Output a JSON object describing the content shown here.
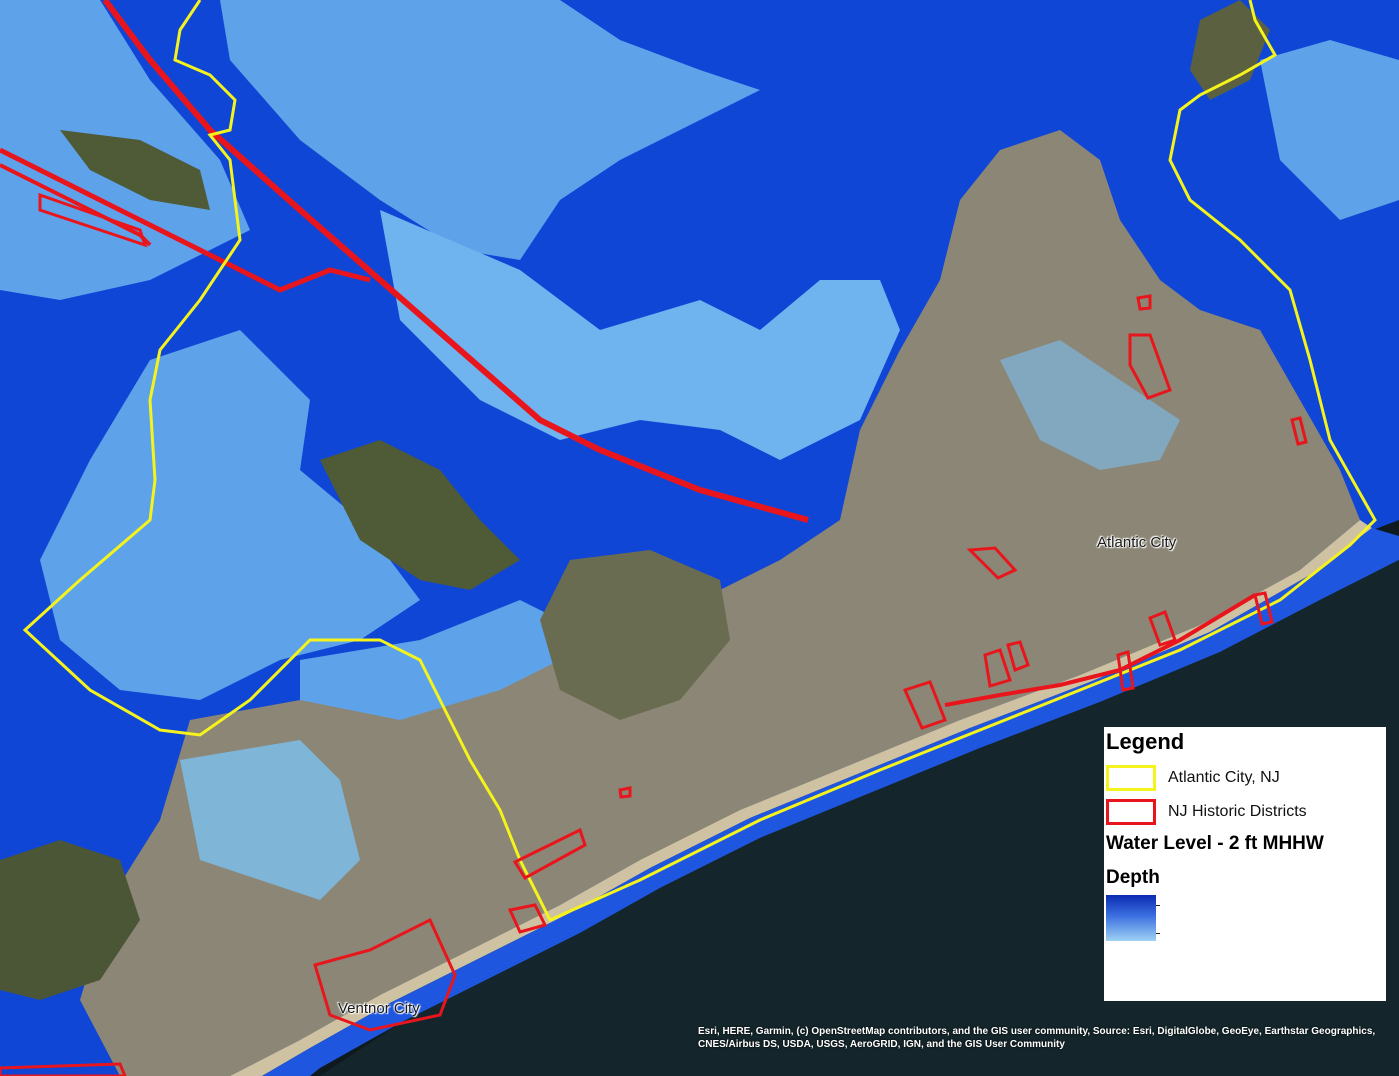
{
  "map": {
    "place_labels": {
      "atlantic_city": "Atlantic City",
      "ventnor_city": "Ventnor City"
    },
    "colors": {
      "deep_water": "#1046d6",
      "shallow_water": "#5ea3ea",
      "inundated_marsh": "#6fb3ef",
      "land_urban": "#8c8676",
      "land_vegetation": "#4f5a36",
      "ocean": "#0e1a1e",
      "beach": "#cfc2a2",
      "city_boundary": "#f5f31c",
      "historic_districts": "#e8161c"
    }
  },
  "legend": {
    "title": "Legend",
    "items": [
      {
        "label": "Atlantic City, NJ",
        "stroke": "#f5f31c"
      },
      {
        "label": "NJ Historic Districts",
        "stroke": "#e8161c"
      }
    ],
    "layer_title": "Water Level - 2 ft MHHW",
    "depth_title": "Depth",
    "depth_ramp": [
      "#0a2bb3",
      "#3b6fe0",
      "#9ed2f4"
    ]
  },
  "attribution": "Esri, HERE, Garmin, (c) OpenStreetMap contributors, and the GIS user community, Source: Esri, DigitalGlobe, GeoEye, Earthstar Geographics, CNES/Airbus DS, USDA, USGS, AeroGRID, IGN, and the GIS User Community"
}
